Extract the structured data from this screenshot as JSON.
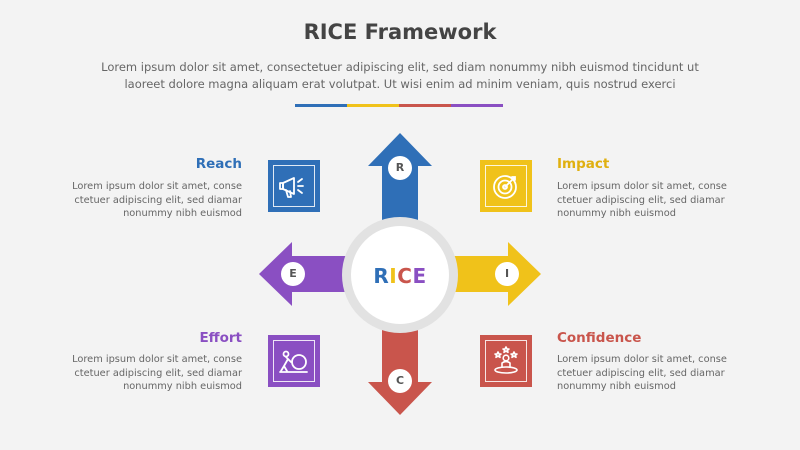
{
  "title": "RICE Framework",
  "subtitle_line1": "Lorem ipsum dolor sit amet, consectetuer adipiscing elit, sed diam nonummy nibh euismod tincidunt ut",
  "subtitle_line2": "laoreet dolore magna aliquam erat volutpat. Ut wisi enim ad minim veniam, quis nostrud exerci",
  "colors": {
    "reach": "#2f6fb7",
    "impact": "#f0c21a",
    "effort": "#8a4fc2",
    "confidence": "#c9554c",
    "center_ring": "#e3e3e3"
  },
  "center": {
    "letters": [
      "R",
      "I",
      "C",
      "E"
    ]
  },
  "items": {
    "reach": {
      "label": "Reach",
      "letter": "R",
      "icon": "megaphone-icon",
      "desc_l1": "Lorem ipsum dolor sit amet, conse",
      "desc_l2": "ctetuer adipiscing elit, sed diamar",
      "desc_l3": "nonummy nibh euismod"
    },
    "impact": {
      "label": "Impact",
      "letter": "I",
      "icon": "target-icon",
      "desc_l1": "Lorem ipsum dolor sit amet, conse",
      "desc_l2": "ctetuer adipiscing elit, sed diamar",
      "desc_l3": "nonummy nibh euismod"
    },
    "effort": {
      "label": "Effort",
      "letter": "E",
      "icon": "pushing-boulder-icon",
      "desc_l1": "Lorem ipsum dolor sit amet, conse",
      "desc_l2": "ctetuer adipiscing elit, sed diamar",
      "desc_l3": "nonummy nibh euismod"
    },
    "confidence": {
      "label": "Confidence",
      "letter": "C",
      "icon": "podium-stars-icon",
      "desc_l1": "Lorem ipsum dolor sit amet, conse",
      "desc_l2": "ctetuer adipiscing elit, sed diamar",
      "desc_l3": "nonummy nibh euismod"
    }
  }
}
